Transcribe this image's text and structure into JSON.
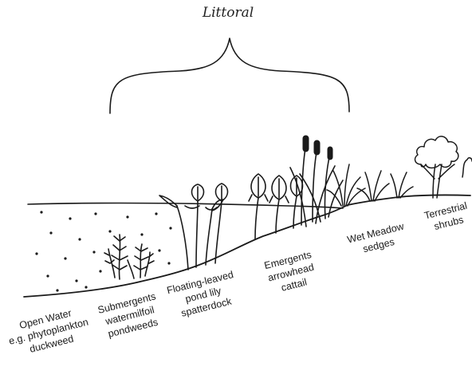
{
  "title": "Littoral",
  "zones": [
    {
      "id": "open-water",
      "lines": [
        "Open Water",
        "e.g. phytoplankton",
        "duckweed"
      ]
    },
    {
      "id": "submergents",
      "lines": [
        "Submergents",
        "watermilfoil",
        "pondweeds"
      ]
    },
    {
      "id": "floating-leaved",
      "lines": [
        "Floating-leaved",
        "pond lily",
        "spatterdock"
      ]
    },
    {
      "id": "emergents",
      "lines": [
        "Emergents",
        "arrowhead",
        "cattail"
      ]
    },
    {
      "id": "wet-meadow",
      "lines": [
        "Wet Meadow",
        "sedges"
      ]
    },
    {
      "id": "terrestrial",
      "lines": [
        "Terrestrial",
        "shrubs"
      ]
    }
  ],
  "colors": {
    "ink": "#1a1a1a",
    "background": "#ffffff"
  }
}
